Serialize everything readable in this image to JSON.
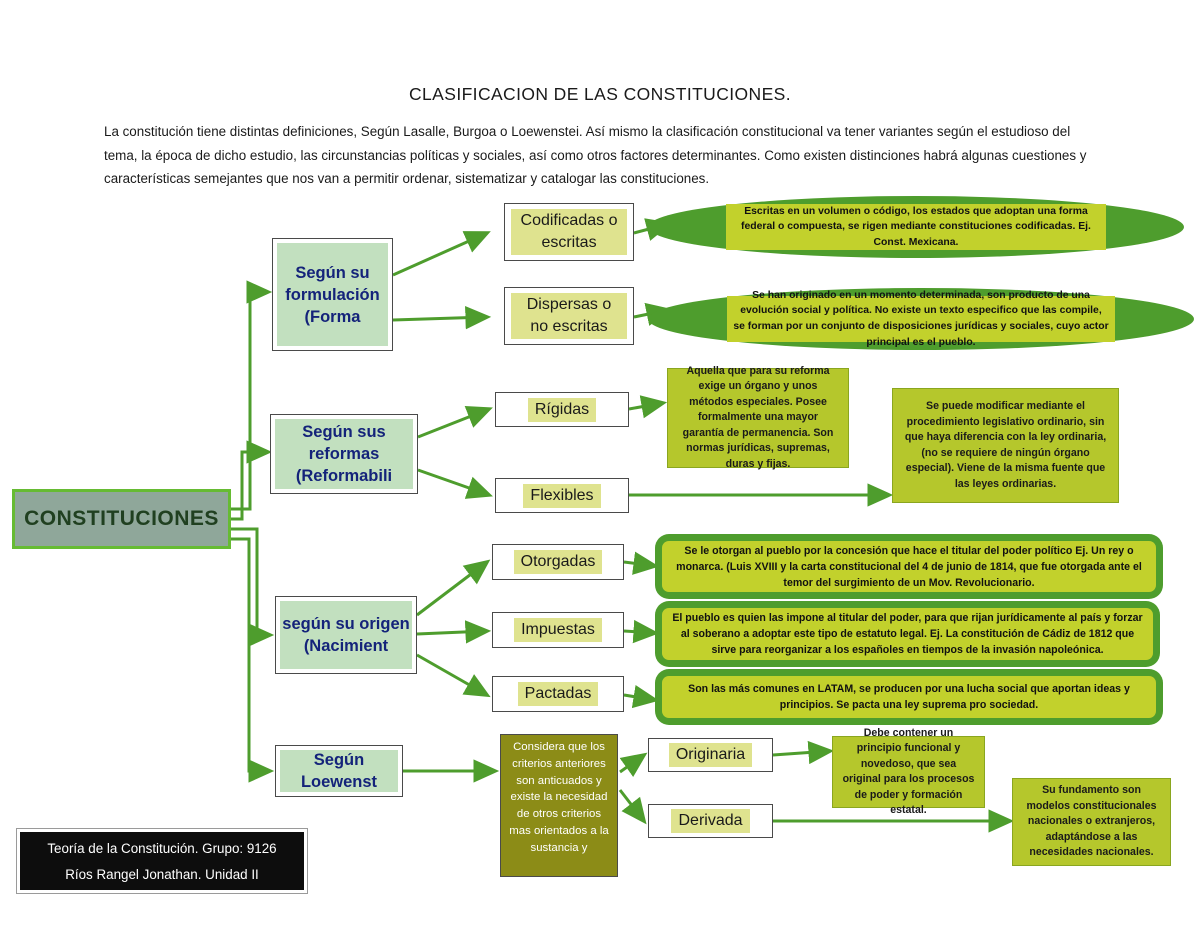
{
  "title": "CLASIFICACION DE LAS CONSTITUCIONES.",
  "intro": "La constitución  tiene distintas definiciones, Según Lasalle, Burgoa o Loewenstei. Así mismo la clasificación constitucional va tener variantes según el estudioso del tema, la época de dicho estudio, las circunstancias políticas y sociales, así como otros factores determinantes.  Como existen distinciones habrá algunas cuestiones y características semejantes que nos van a permitir ordenar, sistematizar y catalogar las constituciones.",
  "root": {
    "label": "CONSTITUCIONES"
  },
  "branches": [
    {
      "label": "Según su formulación (Forma"
    },
    {
      "label": "Según sus reformas (Reformabili"
    },
    {
      "label": "según su origen (Nacimient"
    },
    {
      "label": "Según Loewenst"
    }
  ],
  "types": [
    {
      "label": "Codificadas o escritas"
    },
    {
      "label": "Dispersas o no escritas"
    },
    {
      "label": "Rígidas"
    },
    {
      "label": "Flexibles"
    },
    {
      "label": "Otorgadas"
    },
    {
      "label": "Impuestas"
    },
    {
      "label": "Pactadas"
    },
    {
      "label": "Originaria"
    },
    {
      "label": "Derivada"
    }
  ],
  "callouts": {
    "codificadas": "Escritas en un volumen o código, los estados que adoptan una forma federal o compuesta, se rigen mediante constituciones codificadas. Ej. Const. Mexicana.",
    "dispersas": "Se han originado en un momento determinada, son producto de una evolución social y política. No existe un texto especifico que las compile, se forman por un conjunto de disposiciones jurídicas y sociales, cuyo actor principal es el pueblo.",
    "rigidas": "Aquella que para su reforma exige un órgano y unos métodos especiales. Posee formalmente una mayor garantía de permanencia. Son normas jurídicas, supremas, duras y fijas.",
    "flexibles": "Se puede modificar mediante el procedimiento legislativo ordinario, sin que haya diferencia con la ley ordinaria, (no se requiere de ningún órgano especial). Viene de la misma fuente que las leyes ordinarias.",
    "otorgadas": "Se le otorgan al pueblo por la concesión que hace el titular del poder político Ej. Un rey o monarca. (Luis XVIII y la carta constitucional del 4 de junio de 1814, que fue otorgada ante el temor del surgimiento de un Mov. Revolucionario.",
    "impuestas": "El pueblo es quien las impone al titular del poder, para que rijan jurídicamente al país y forzar al soberano a adoptar este tipo de estatuto legal. Ej. La constitución de Cádiz de 1812 que sirve para reorganizar a los españoles en tiempos de la invasión napoleónica.",
    "pactadas": "Son las más comunes en LATAM, se producen por una lucha social que aportan ideas y principios. Se pacta una ley suprema pro sociedad.",
    "loewenstein_note": "Considera que los criterios anteriores son anticuados y existe la necesidad de otros criterios mas orientados a la sustancia y",
    "originaria": "Debe contener un principio funcional y novedoso, que sea original para los procesos de poder y formación estatal.",
    "derivada": "Su fundamento son modelos constitucionales nacionales o extranjeros, adaptándose a las necesidades nacionales."
  },
  "footer": {
    "line1": "Teoría de la Constitución. Grupo: 9126",
    "line2": "Ríos Rangel Jonathan.    Unidad II"
  },
  "colors": {
    "connector_green": "#4e9d2d",
    "root_fill": "#8fa79a",
    "root_border": "#66bb33",
    "branch_fill": "#c2e0bf",
    "branch_text": "#14237a",
    "highlight": "#dfe38f",
    "callout_fill": "#b5c72c",
    "ellipse_fill": "#4e9d2d",
    "olive_fill": "#8c8c17"
  }
}
